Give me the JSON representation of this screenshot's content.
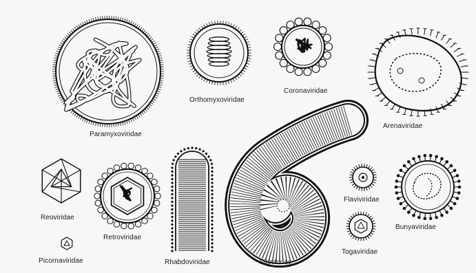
{
  "families": {
    "paramyxo": {
      "label": "Paramyxoviridae"
    },
    "orthomyxo": {
      "label": "Orthomyxoviridae"
    },
    "corona": {
      "label": "Coronaviridae"
    },
    "arena": {
      "label": "Arenaviridae"
    },
    "reo": {
      "label": "Reoviridae"
    },
    "picorna": {
      "label": "Picornaviridae"
    },
    "retro": {
      "label": "Retroviridae"
    },
    "rhabdo": {
      "label": "Rhabdoviridae"
    },
    "filo": {
      "label": "Filoviridae"
    },
    "flavi": {
      "label": "Flaviviridae"
    },
    "toga": {
      "label": "Togaviridae"
    },
    "bunya": {
      "label": "Bunyaviridae"
    }
  },
  "colors": {
    "ink": "#111111",
    "paper": "#f7f7f5"
  }
}
